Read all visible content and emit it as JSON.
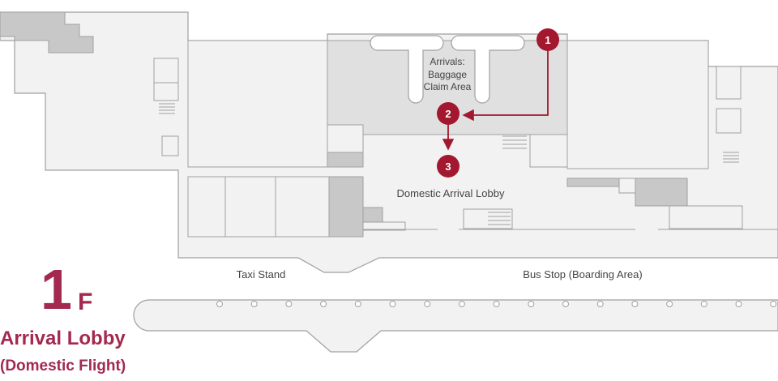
{
  "floor": {
    "number": "1",
    "suffix": "F",
    "title": "Arrival Lobby",
    "subtitle": "(Domestic Flight)"
  },
  "areas": {
    "baggage_claim": [
      "Arrivals:",
      "Baggage",
      "Claim Area"
    ],
    "arrival_lobby": "Domestic Arrival Lobby",
    "taxi_stand": "Taxi Stand",
    "bus_stop": "Bus Stop (Boarding Area)"
  },
  "route": {
    "markers": [
      "1",
      "2",
      "3"
    ],
    "color": "#a3172f"
  },
  "colors": {
    "building_fill": "#f2f2f2",
    "building_stroke": "#a0a0a0",
    "shaded_room": "#c8c8c8",
    "claim_area": "#e0e0e0",
    "accent": "#a3294f"
  }
}
